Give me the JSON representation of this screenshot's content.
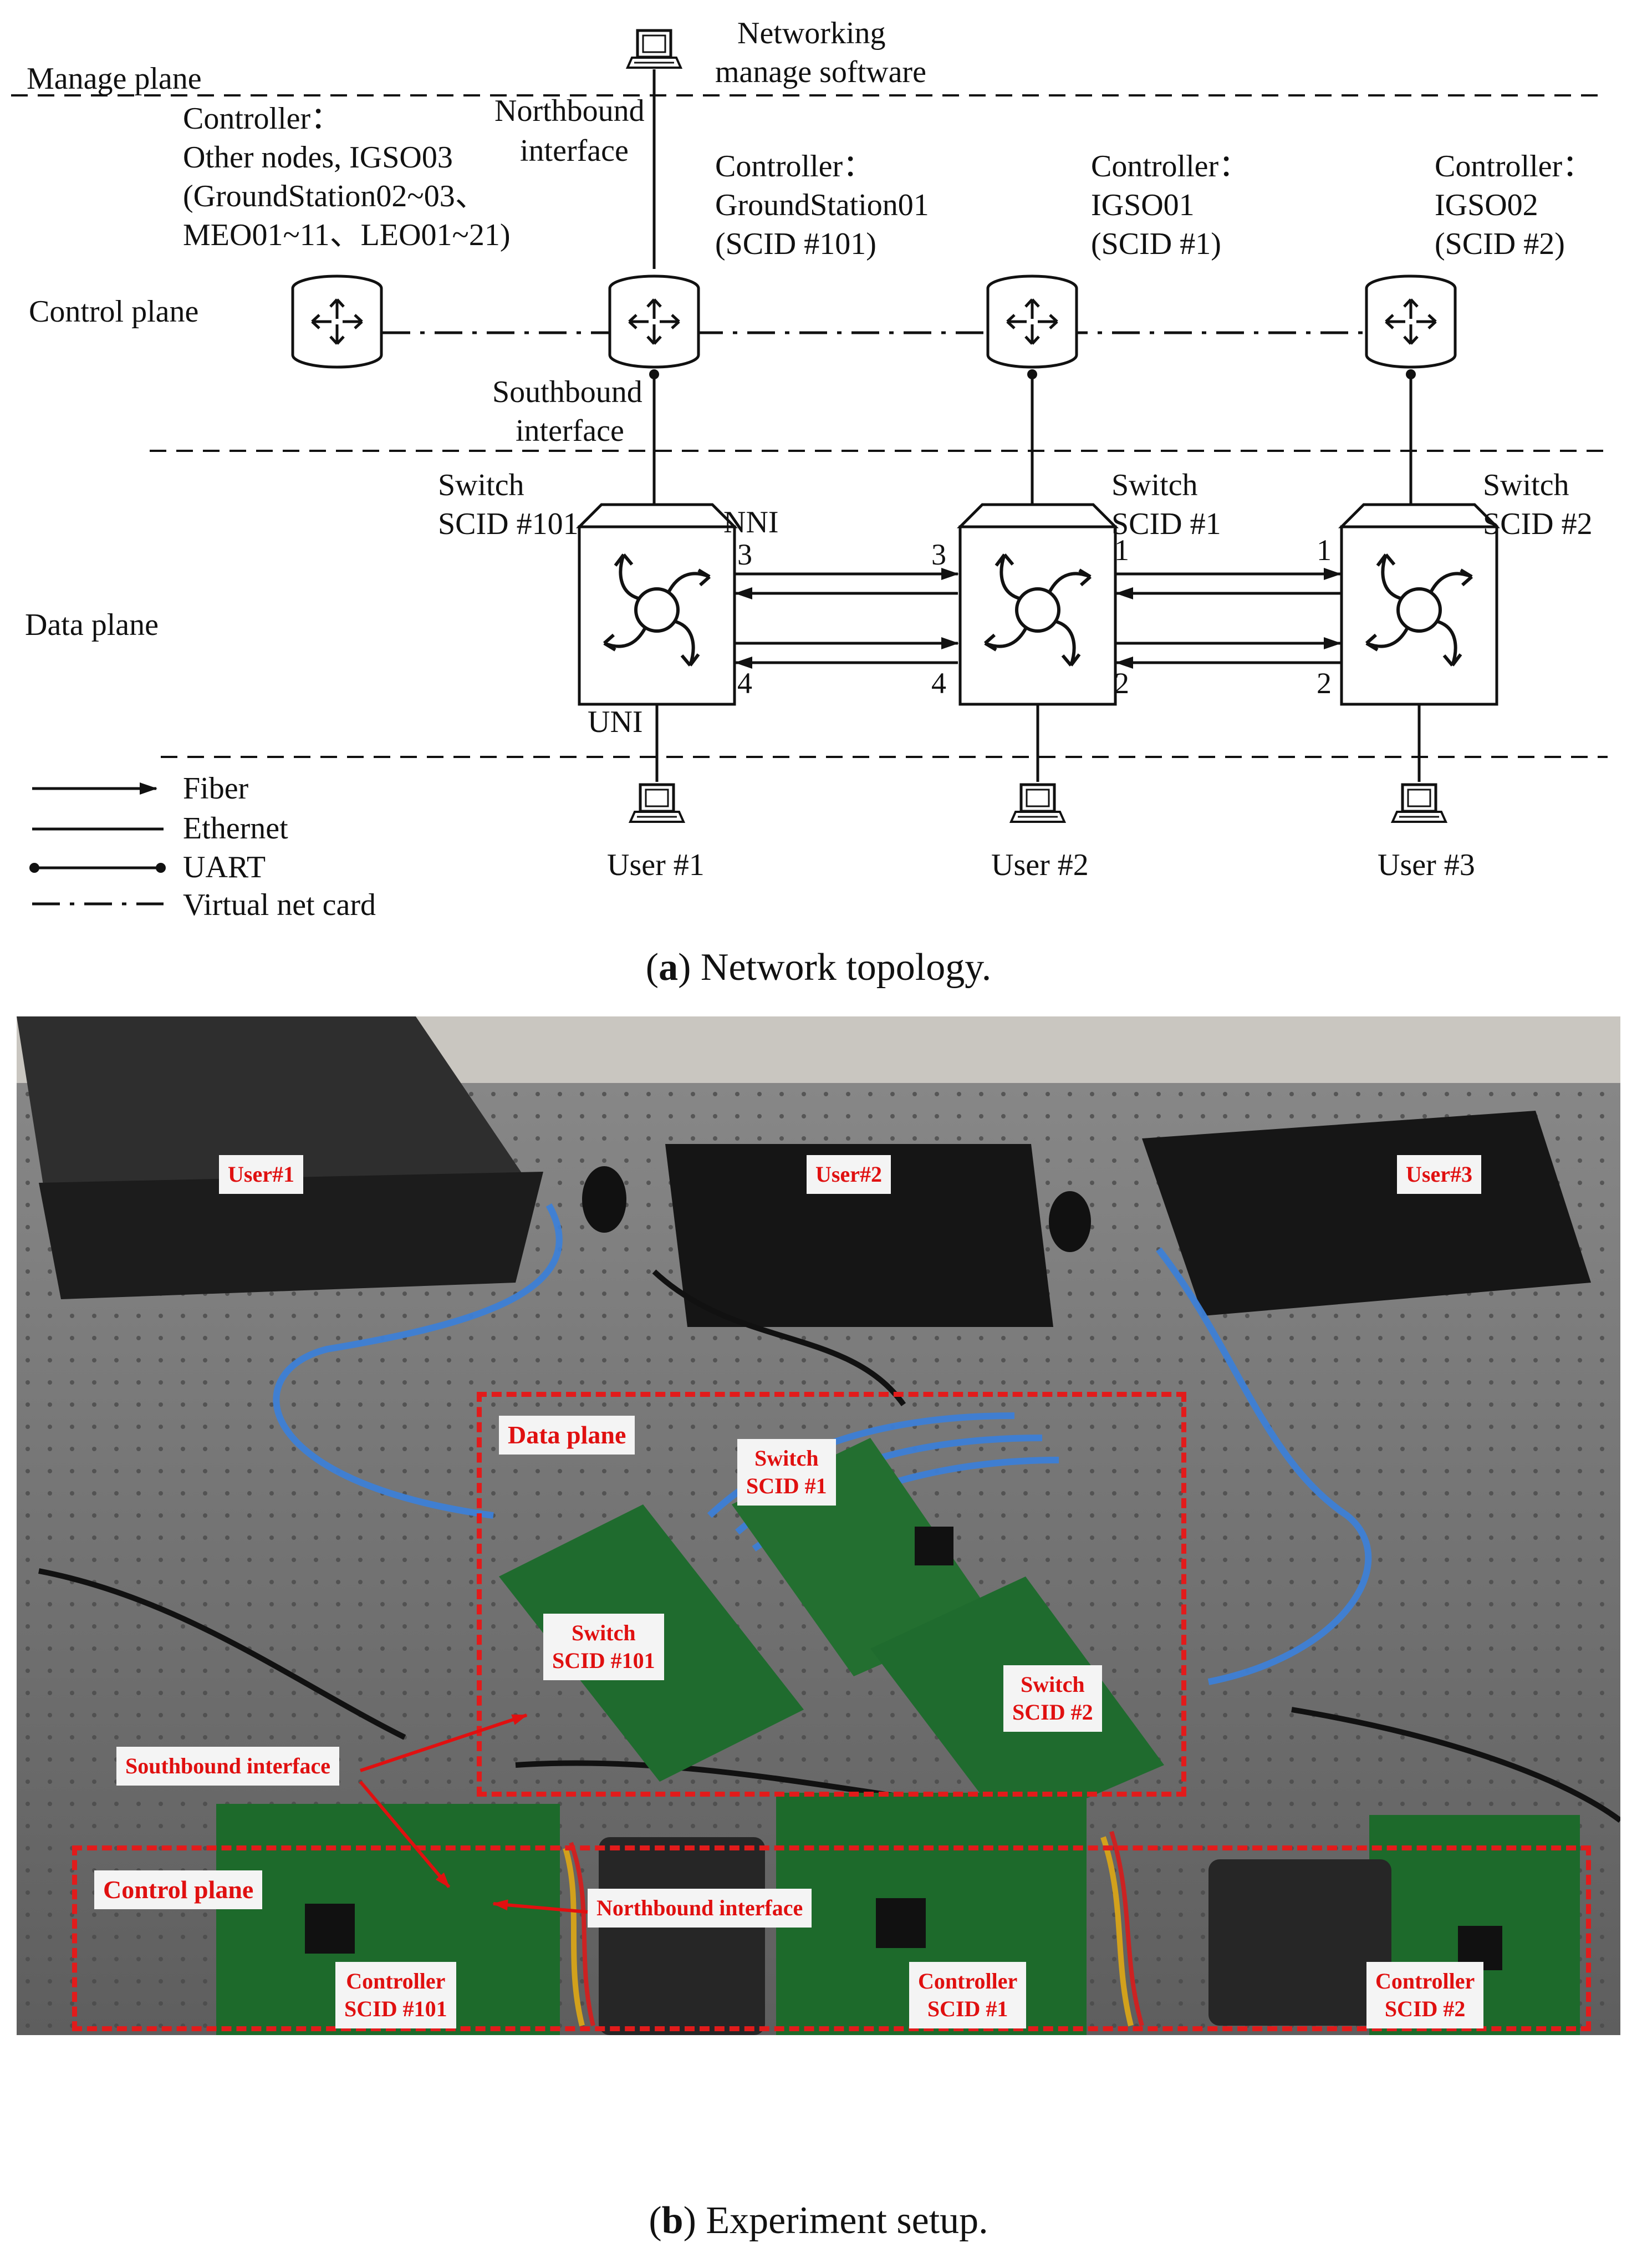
{
  "figure_a": {
    "caption_letter": "a",
    "caption_text": " Network topology.",
    "planes": [
      "Manage plane",
      "Control plane",
      "Data plane"
    ],
    "manage_software": [
      "Networking",
      "manage software"
    ],
    "northbound_label": [
      "Northbound",
      "interface"
    ],
    "southbound_label": [
      "Southbound",
      "interface"
    ],
    "controllers": [
      {
        "lines": [
          "Controller：",
          "Other nodes, IGSO03",
          "(GroundStation02~03、",
          "MEO01~11、LEO01~21)"
        ]
      },
      {
        "lines": [
          "Controller：",
          "GroundStation01",
          "(SCID #101)"
        ]
      },
      {
        "lines": [
          "Controller：",
          "IGSO01",
          "(SCID #1)"
        ]
      },
      {
        "lines": [
          "Controller：",
          "IGSO02",
          "(SCID #2)"
        ]
      }
    ],
    "switches": [
      {
        "lines": [
          "Switch",
          "SCID #101"
        ]
      },
      {
        "lines": [
          "Switch",
          "SCID #1"
        ]
      },
      {
        "lines": [
          "Switch",
          "SCID #2"
        ]
      }
    ],
    "nni_label": "NNI",
    "uni_label": "UNI",
    "port_labels": [
      "3",
      "3",
      "1",
      "1",
      "4",
      "4",
      "2",
      "2"
    ],
    "users": [
      "User #1",
      "User #2",
      "User #3"
    ],
    "legend": [
      "Fiber",
      "Ethernet",
      "UART",
      "Virtual net card"
    ]
  },
  "figure_b": {
    "caption_letter": "b",
    "caption_text": " Experiment setup.",
    "labels": {
      "user1": "User#1",
      "user2": "User#2",
      "user3": "User#3",
      "data_plane": "Data plane",
      "switch1": "Switch\nSCID #1",
      "switch101": "Switch\nSCID #101",
      "switch2": "Switch\nSCID  #2",
      "southbound": "Southbound interface",
      "northbound": "Northbound interface",
      "control_plane": "Control plane",
      "controller101": "Controller\nSCID #101",
      "controller1": "Controller\nSCID #1",
      "controller2": "Controller\nSCID #2"
    }
  },
  "colors": {
    "annotation_red": "#e01010",
    "table_gray": "#6f6f6f",
    "pcb_green": "#1f6b2e",
    "cable_blue": "#3d7fd6"
  }
}
